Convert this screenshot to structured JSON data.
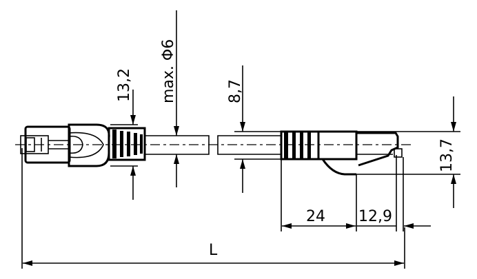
{
  "drawing": {
    "dimensions": {
      "boot_height": "13,2",
      "cable_diameter": "max. Φ6",
      "ribs_height": "8,7",
      "plug_height": "13,7",
      "boot_length": "24",
      "plug_length": "12,9",
      "total_length": "L"
    },
    "line_color": "#000000",
    "background_color": "#ffffff"
  }
}
